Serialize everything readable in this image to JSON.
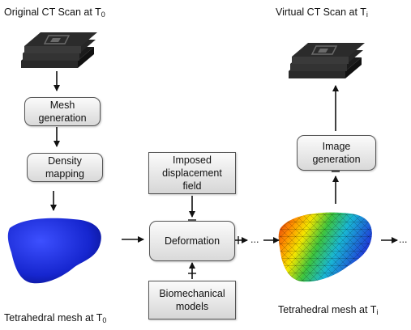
{
  "labels": {
    "original_ct_text": "Original CT Scan at T",
    "original_ct_sub": "0",
    "virtual_ct_text": "Virtual CT Scan at T",
    "virtual_ct_sub": "i",
    "tetra_t0_text": "Tetrahedral mesh at T",
    "tetra_t0_sub": "0",
    "tetra_ti_text": "Tetrahedral mesh at T",
    "tetra_ti_sub": "i"
  },
  "boxes": {
    "mesh_generation": "Mesh\ngeneration",
    "density_mapping": "Density\nmapping",
    "imposed_displacement": "Imposed\ndisplacement\nfield",
    "deformation": "Deformation",
    "biomechanical_models": "Biomechanical\nmodels",
    "image_generation": "Image\ngeneration"
  },
  "ellipsis": {
    "after_deformation": "...",
    "after_colored_mesh": "..."
  },
  "colors": {
    "liver_blue": "#1a2bd6",
    "box_border": "#555555",
    "arrow": "#111111"
  }
}
